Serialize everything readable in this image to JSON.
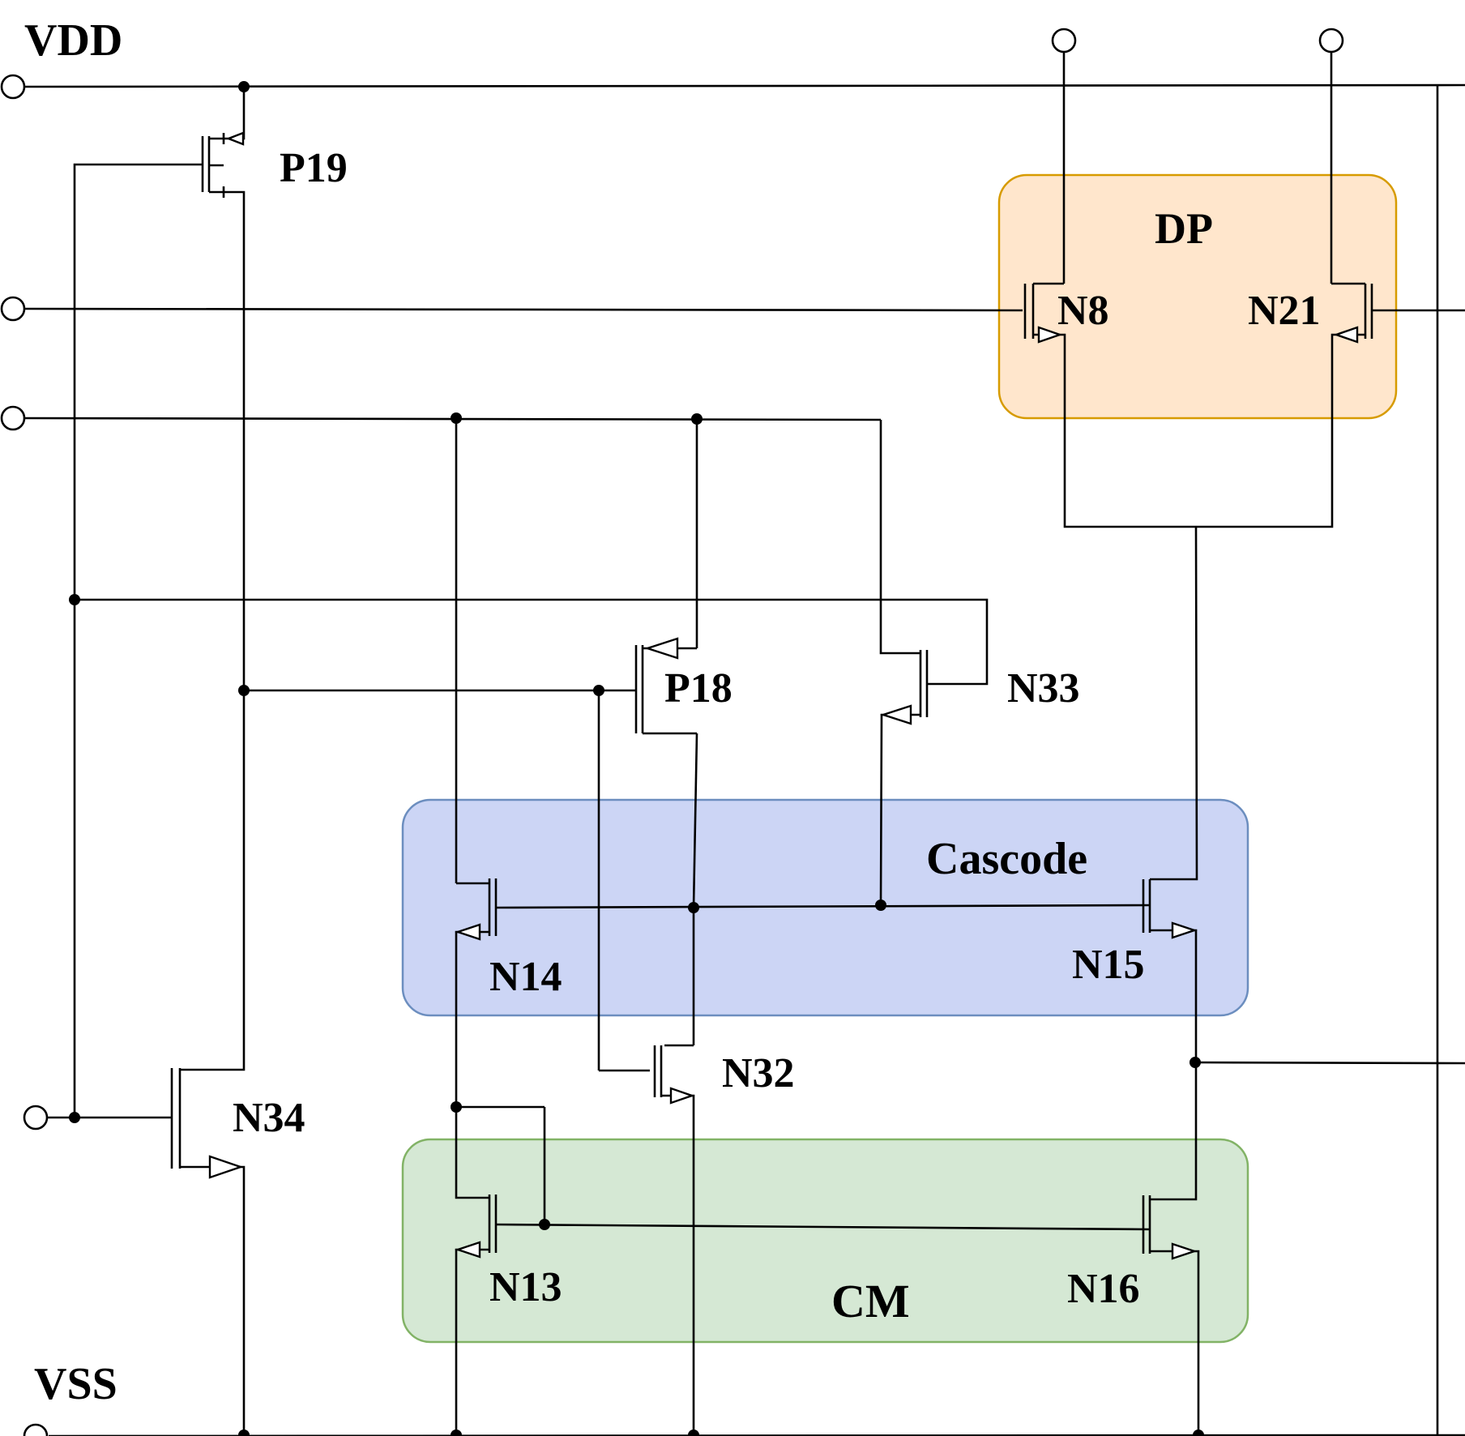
{
  "rails": {
    "vdd": "VDD",
    "vss": "VSS"
  },
  "blocks": {
    "dp": {
      "label": "DP",
      "fill": "#ffe6cc",
      "stroke": "#d79b00"
    },
    "cascode": {
      "label": "Cascode",
      "fill": "#ccd5f5",
      "stroke": "#6c8ebf"
    },
    "cm": {
      "label": "CM",
      "fill": "#d5e8d4",
      "stroke": "#82b366"
    }
  },
  "transistors": {
    "p19": "P19",
    "p18": "P18",
    "n8": "N8",
    "n21": "N21",
    "n33": "N33",
    "n14": "N14",
    "n15": "N15",
    "n32": "N32",
    "n34": "N34",
    "n13": "N13",
    "n16": "N16"
  }
}
